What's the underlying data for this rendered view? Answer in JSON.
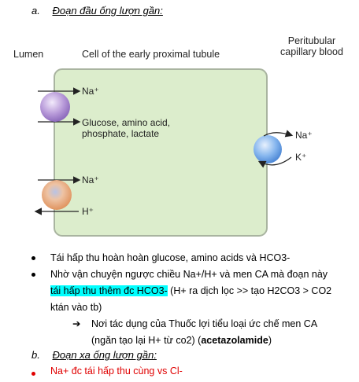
{
  "section_a": {
    "letter": "a.",
    "title": "Đoạn đầu ống lượn gần:"
  },
  "figure": {
    "lumen_label": "Lumen",
    "cell_label": "Cell of the early proximal tubule",
    "capillary_label_line1": "Peritubular",
    "capillary_label_line2": "capillary blood",
    "transport1": {
      "ion": "Na⁺",
      "cotransport_line1": "Glucose, amino acid,",
      "cotransport_line2": "phosphate, lactate"
    },
    "transport2": {
      "ion_in": "Na⁺",
      "ion_out": "H⁺"
    },
    "pump": {
      "ion_out": "Na⁺",
      "ion_in": "K⁺"
    },
    "colors": {
      "cell_fill": "#dcedcc",
      "cell_border": "#a9b4a0",
      "purple": "#a98bd0",
      "orange": "#e8a777",
      "blue": "#6ea6e6"
    }
  },
  "bullets": [
    "Tái hấp thu hoàn hoàn glucose, amino acids và HCO3-",
    "Nhờ vận chuyện ngược chiều Na+/H+ và men CA mà đoạn này",
    {
      "highlight": "tái hấp thu thêm đc HCO3-",
      "rest": " (H+ ra dịch lọc >> tạo H2CO3 > CO2"
    },
    "ktán vào tb)"
  ],
  "sub_bullet": {
    "arrow": "➔",
    "line1": "Nơi tác dụng của Thuốc lợi tiểu loại ức chế men CA",
    "line2_pre": "(ngăn tạo lại H+ từ co2) (",
    "line2_bold": "acetazolamide",
    "line2_post": ")"
  },
  "section_b": {
    "letter": "b.",
    "title": "Đoạn xa ống lượn gần:"
  },
  "red_bullet": "Na+ đc tái hấp thu cùng vs Cl-"
}
